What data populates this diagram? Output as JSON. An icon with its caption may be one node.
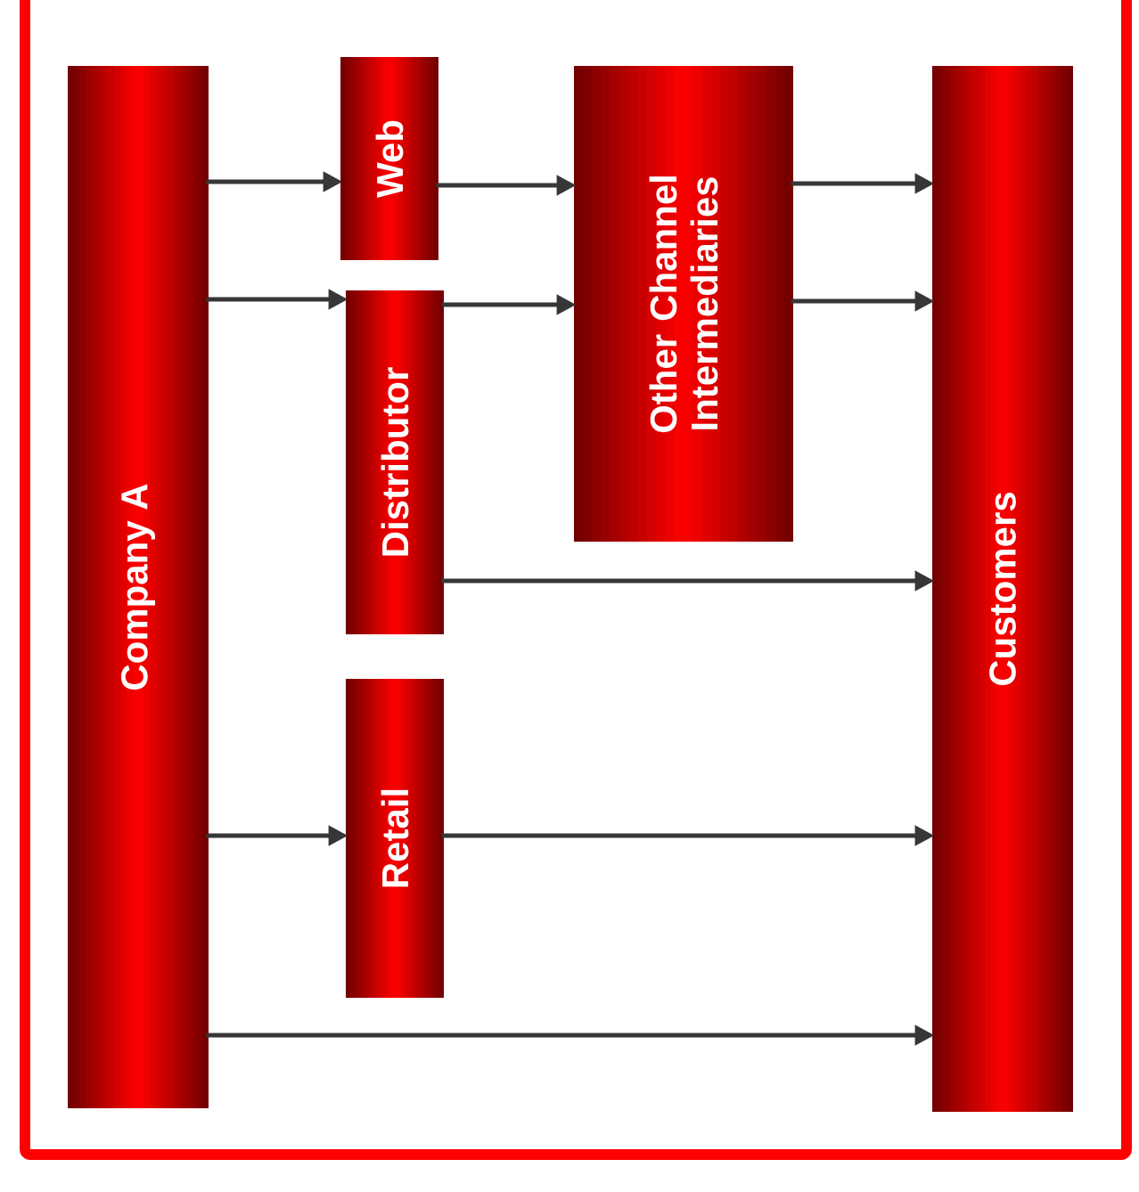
{
  "diagram": {
    "nodes": [
      {
        "text": [
          "Company A"
        ]
      },
      {
        "text": [
          "Web"
        ]
      },
      {
        "text": [
          "Distributor"
        ]
      },
      {
        "text": [
          "Other Channel Intermediaries"
        ]
      },
      {
        "text": [
          "Retail"
        ]
      },
      {
        "text": [
          "Customers"
        ]
      }
    ],
    "edges": [
      {
        "from": 0,
        "to": 1,
        "arrow": "to"
      },
      {
        "from": 1,
        "to": 3,
        "arrow": "to"
      },
      {
        "from": 3,
        "to": 5,
        "arrow": "to"
      },
      {
        "from": 0,
        "to": 2,
        "arrow": "to"
      },
      {
        "from": 2,
        "to": 3,
        "arrow": "to"
      },
      {
        "from": 3,
        "to": 5,
        "arrow": "to"
      },
      {
        "from": 2,
        "to": 5,
        "arrow": "to"
      },
      {
        "from": 0,
        "to": 4,
        "arrow": "to"
      },
      {
        "from": 4,
        "to": 5,
        "arrow": "to"
      },
      {
        "from": 0,
        "to": 5,
        "arrow": "to"
      }
    ]
  }
}
